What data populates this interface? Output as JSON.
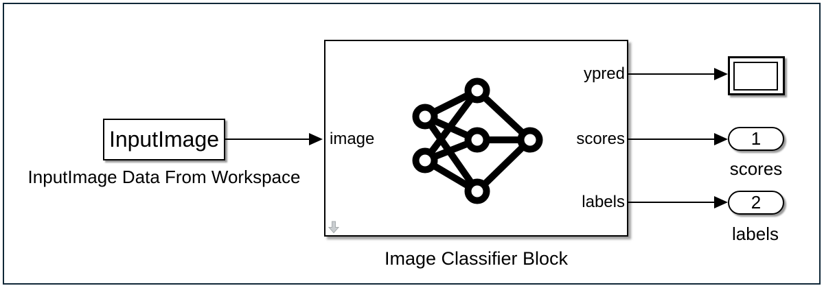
{
  "window": {
    "background_color": "#ffffff",
    "frame_color": "#0f2737",
    "block_border_color": "#000000",
    "badge_color": "#c9cdd0"
  },
  "from_workspace": {
    "name": "InputImage",
    "caption": "InputImage Data From Workspace"
  },
  "classifier": {
    "caption": "Image Classifier Block",
    "input_port": "image",
    "output_ports": [
      "ypred",
      "scores",
      "labels"
    ],
    "icon": "neural-network-icon",
    "icon_structure": "2-3-1 fully connected nodes",
    "badge_icon": "expand-down-arrow-icon"
  },
  "display": {
    "icon": "display-frame-icon"
  },
  "outports": [
    {
      "number": "1",
      "caption": "scores"
    },
    {
      "number": "2",
      "caption": "labels"
    }
  ]
}
